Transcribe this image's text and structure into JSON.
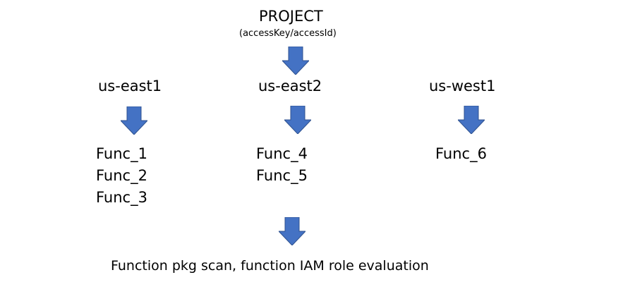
{
  "project": {
    "title": "PROJECT",
    "subtitle": "(accessKey/accessId)"
  },
  "regions": [
    {
      "name": "us-east1",
      "functions": [
        "Func_1",
        "Func_2",
        "Func_3"
      ]
    },
    {
      "name": "us-east2",
      "functions": [
        "Func_4",
        "Func_5"
      ]
    },
    {
      "name": "us-west1",
      "functions": [
        "Func_6"
      ]
    }
  ],
  "result": {
    "label": "Function pkg scan, function IAM role evaluation"
  },
  "colors": {
    "arrow_fill": "#4472c4",
    "arrow_stroke": "#2f528f"
  },
  "icons": {
    "arrow": "down-arrow-icon"
  }
}
